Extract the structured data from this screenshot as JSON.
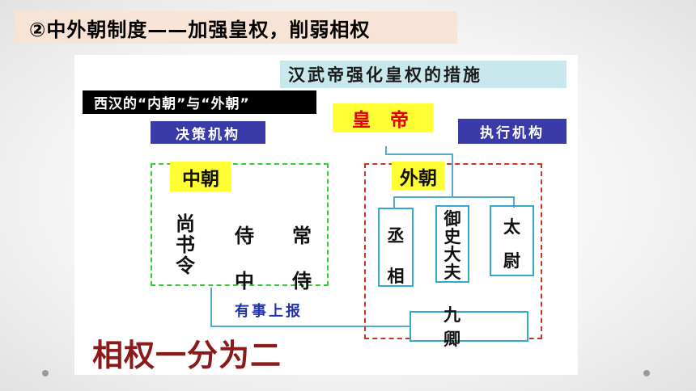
{
  "slide_title": "②中外朝制度——加强皇权，削弱相权",
  "diagram": {
    "measures_title": "汉武帝强化皇权的措施",
    "xihan_label": "西汉的“内朝”与“外朝”",
    "emperor": "皇帝",
    "decision_org": "决策机构",
    "execution_org": "执行机构",
    "inner_court": {
      "label": "中朝",
      "officials": [
        "尚书令",
        "侍中",
        "常侍"
      ]
    },
    "outer_court": {
      "label": "外朝",
      "officials": [
        "丞相",
        "御史大夫",
        "太尉"
      ],
      "nine_ministers": "九卿"
    },
    "report_label": "有事上报",
    "conclusion": "相权一分为二"
  },
  "colors": {
    "title_bg": "#f7e4d6",
    "emperor_text": "#e00000",
    "highlight": "#ffff33",
    "org_bg": "#3a3aa8",
    "inner_frame": "#33cc33",
    "outer_frame": "#cc3322",
    "conclusion_text": "#8b1a1a"
  }
}
